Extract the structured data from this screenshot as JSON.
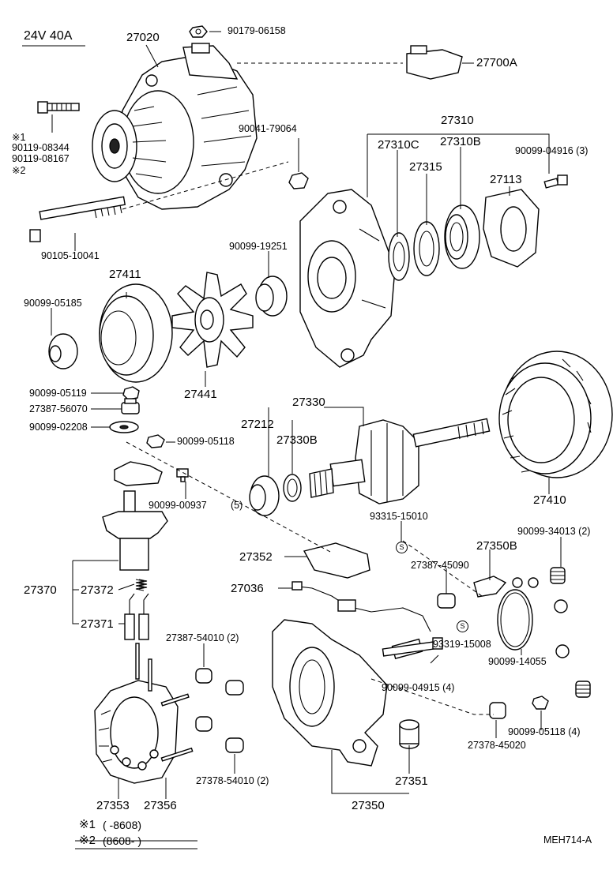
{
  "header": {
    "spec": "24V  40A",
    "ref_code": "MEH714-A"
  },
  "notes": {
    "n1_mark": "※1",
    "n1_range": "(       -8608)",
    "n2_mark": "※2",
    "n2_range": "(8608-       )"
  },
  "labels": {
    "p27020": "27020",
    "p90179_06158": "90179-06158",
    "p27700A": "27700A",
    "mark1": "※1",
    "p90119_08344": "90119-08344",
    "p90119_08167": "90119-08167",
    "mark2": "※2",
    "p90041_79064": "90041-79064",
    "p27310": "27310",
    "p27310C": "27310C",
    "p27310B": "27310B",
    "p27315": "27315",
    "p90099_04916": "90099-04916 (3)",
    "p27113": "27113",
    "p90105_10041": "90105-10041",
    "p90099_19251": "90099-19251",
    "p27411": "27411",
    "p90099_05185": "90099-05185",
    "p27441": "27441",
    "p90099_05119": "90099-05119",
    "p27387_56070": "27387-56070",
    "p90099_02208": "90099-02208",
    "p90099_05118a": "90099-05118",
    "p27330": "27330",
    "p27212": "27212",
    "p27330B": "27330B",
    "p90099_00937": "90099-00937",
    "p90099_00937_q": "(5)",
    "p27410": "27410",
    "p93315_15010": "93315-15010",
    "p90099_34013": "90099-34013 (2)",
    "p27350B": "27350B",
    "p27352": "27352",
    "p27387_45090": "27387-45090",
    "p27370": "27370",
    "p27372": "27372",
    "p27036": "27036",
    "p27371": "27371",
    "p27387_54010": "27387-54010 (2)",
    "p93319_15008": "93319-15008",
    "p90099_04915": "90099-04915 (4)",
    "p90099_14055": "90099-14055",
    "p90099_05118b": "90099-05118 (4)",
    "p27378_45020": "27378-45020",
    "p27378_54010": "27378-54010 (2)",
    "p27351": "27351",
    "p27353": "27353",
    "p27356": "27356",
    "p27350": "27350",
    "s_symbol": "S"
  }
}
